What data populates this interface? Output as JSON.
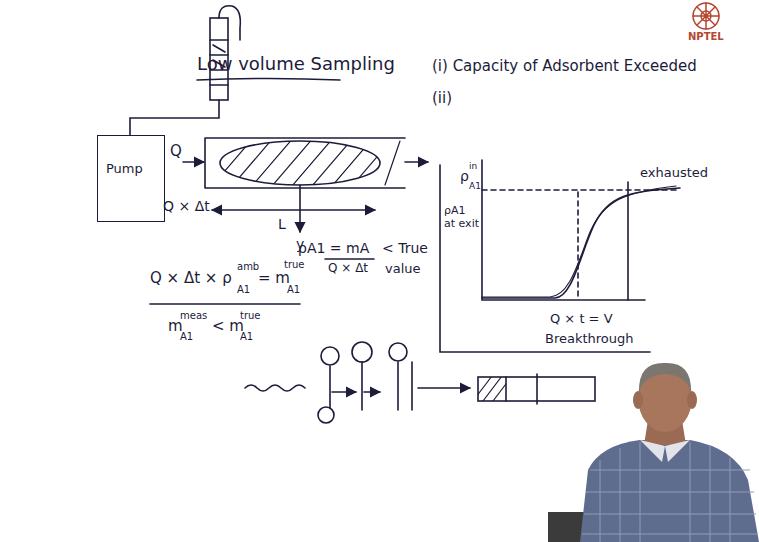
{
  "diagram": {
    "title": "Low volume Sampling",
    "nodes": [
      {
        "text": [
          "Pump"
        ]
      }
    ],
    "labels": [
      "NPTEL",
      "(i) Capacity of Adsorbent Exceeded",
      "(ii)",
      "Q",
      "L",
      "y",
      "Q × Δt",
      "Q × Δt × ρ",
      "amb",
      "A1",
      "= m",
      "true",
      "A1",
      "ρA1 = mA",
      "Q × Δt",
      "< True",
      "value",
      "ρ",
      "in",
      "A1",
      "ρA1 at exit",
      "exhausted",
      "Q × t = V",
      "Breakthrough",
      "m",
      "meas",
      "A1",
      "< m",
      "true",
      "A1"
    ]
  }
}
